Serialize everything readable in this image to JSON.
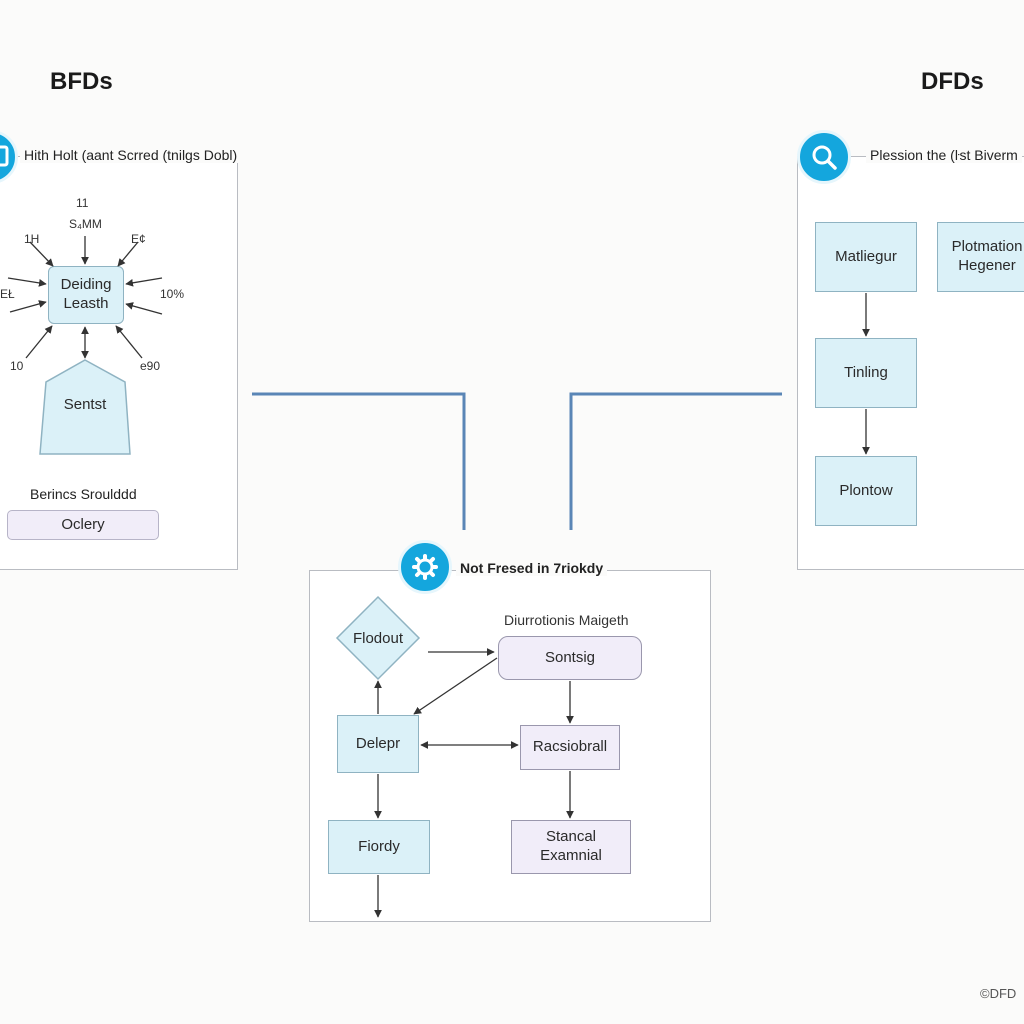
{
  "headings": {
    "left": "BFDs",
    "right": "DFDs"
  },
  "left_panel": {
    "title": "Hith Holt (aant Scrred (tnilgs Dobl)",
    "center_box": "Deiding\nLeasth",
    "labels": {
      "top1": "11",
      "top2": "S₄MM",
      "top_left": "1H",
      "top_right": "E¢",
      "left": "EŁ",
      "right": "10%",
      "bottom_left": "10",
      "bottom_right": "e90"
    },
    "pentagon": "Sentst",
    "caption": "Berincs Sroulddd",
    "bar_label": "Oclery"
  },
  "right_panel": {
    "title": "Plession the (ŀst Biverm",
    "box1": "Matliegur",
    "box2": "Plotmation\nHegener",
    "box3": "Tinling",
    "box4": "Plontow"
  },
  "bottom_panel": {
    "title": "Not Fresed in 7riokdy",
    "diamond": "Flodout",
    "subtitle": "Diurrotionis Maigeth",
    "sontsig": "Sontsig",
    "delepr": "Delepr",
    "racsiobrall": "Racsiobrall",
    "fiordy": "Fiordy",
    "stancal": "Stancal\nExamnial"
  },
  "footer_mark": "©DFD",
  "colors": {
    "accent": "#14a6dd",
    "connector": "#5a86b6",
    "box_blue": "#dbf1f8",
    "box_lavender": "#f1edf9"
  },
  "icons": {
    "left_badge": "clipboard-icon",
    "right_badge": "search-icon",
    "bottom_badge": "gear-icon"
  }
}
